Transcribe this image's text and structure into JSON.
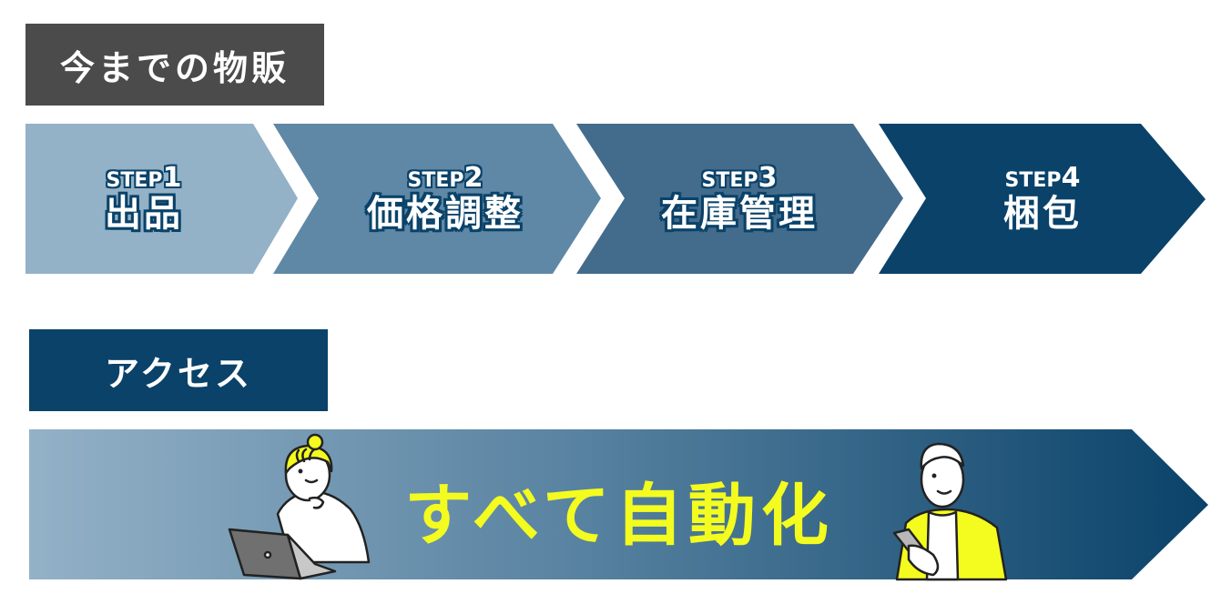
{
  "before": {
    "label": "今までの物販",
    "steps": [
      {
        "tag": "STEP",
        "num": "1",
        "title": "出品",
        "color": "#93b1c7"
      },
      {
        "tag": "STEP",
        "num": "2",
        "title": "価格調整",
        "color": "#5f88a6"
      },
      {
        "tag": "STEP",
        "num": "3",
        "title": "在庫管理",
        "color": "#436b8c"
      },
      {
        "tag": "STEP",
        "num": "4",
        "title": "梱包",
        "color": "#0a4269"
      }
    ]
  },
  "after": {
    "label": "アクセス",
    "banner_text": "すべて自動化",
    "banner_gradient": [
      "#93b1c7",
      "#0a4269"
    ],
    "text_color": "#f4fc1f",
    "illustrations": [
      "woman-with-laptop",
      "man-with-smartphone"
    ]
  },
  "colors": {
    "before_label_bg": "#4b4b4b",
    "after_label_bg": "#0a4269",
    "accent_yellow": "#f4fc1f"
  }
}
